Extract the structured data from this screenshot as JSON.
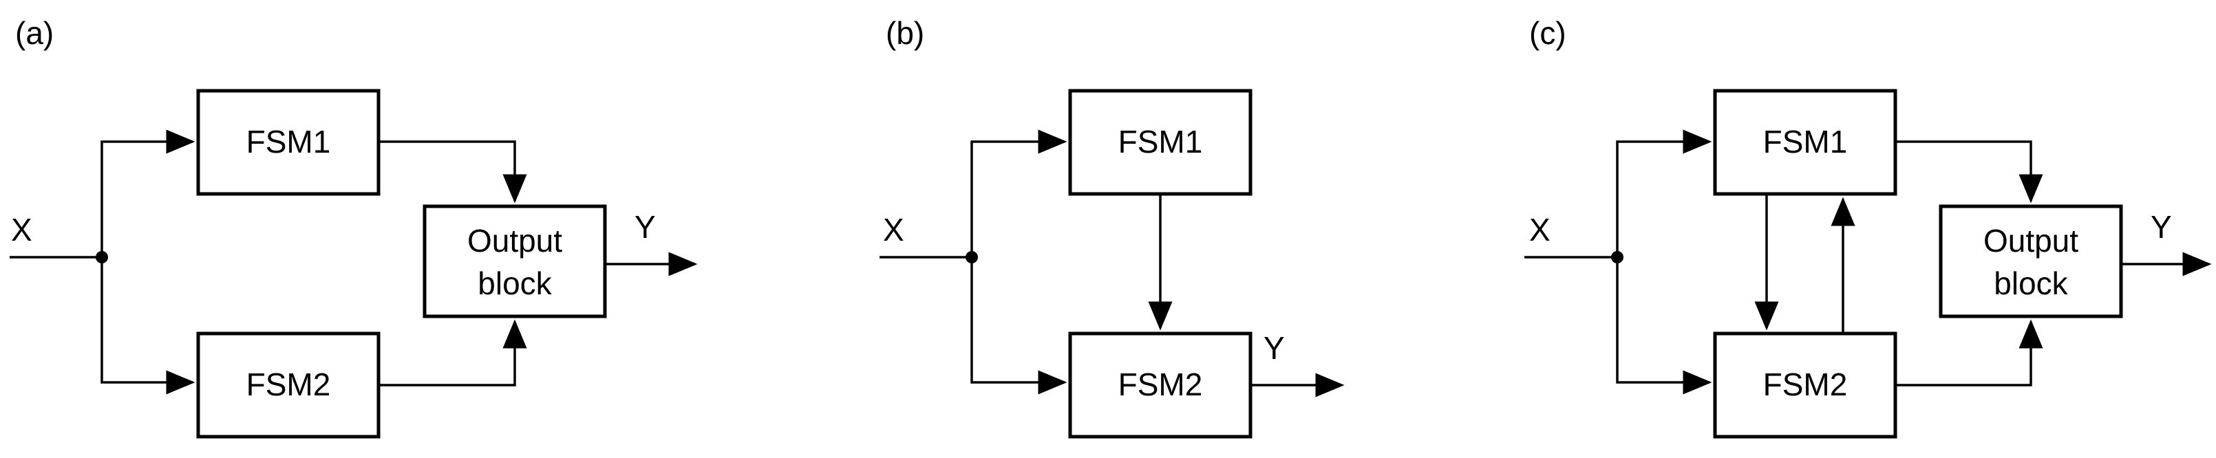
{
  "panels": {
    "a": {
      "label": "(a)",
      "input": "X",
      "output": "Y",
      "fsm1": "FSM1",
      "fsm2": "FSM2",
      "output_block_line1": "Output",
      "output_block_line2": "block"
    },
    "b": {
      "label": "(b)",
      "input": "X",
      "output": "Y",
      "fsm1": "FSM1",
      "fsm2": "FSM2"
    },
    "c": {
      "label": "(c)",
      "input": "X",
      "output": "Y",
      "fsm1": "FSM1",
      "fsm2": "FSM2",
      "output_block_line1": "Output",
      "output_block_line2": "block"
    }
  },
  "colors": {
    "stroke": "#000000",
    "background": "#ffffff"
  }
}
